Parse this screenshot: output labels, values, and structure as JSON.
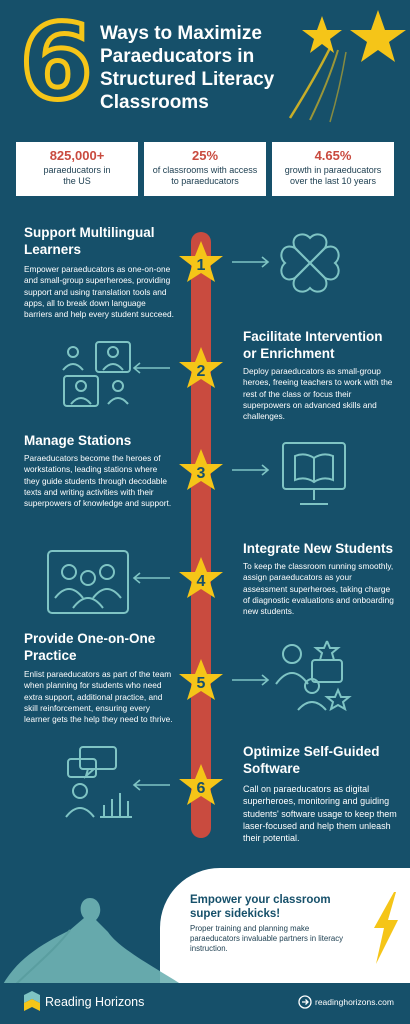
{
  "header": {
    "number": "6",
    "title": "Ways to Maximize Paraeducators in Structured Literacy Classrooms"
  },
  "stats": [
    {
      "value": "825,000+",
      "label": "paraeducators in the US"
    },
    {
      "value": "25%",
      "label": "of classrooms with access to paraeducators"
    },
    {
      "value": "4.65%",
      "label": "growth in paraeducators over the last 10 years"
    }
  ],
  "steps": [
    {
      "number": "1",
      "title": "Support Multilingual Learners",
      "body": "Empower paraeducators as one-on-one and small-group superheroes, providing support and using translation tools and apps, all to break down language barriers and help every student succeed.",
      "icon": "heart-hands-icon"
    },
    {
      "number": "2",
      "title": "Facilitate Intervention or Enrichment",
      "body": "Deploy paraeducators as small-group heroes, freeing teachers to work with the rest of the class or focus their superpowers on advanced skills and challenges.",
      "icon": "people-grid-icon"
    },
    {
      "number": "3",
      "title": "Manage Stations",
      "body": "Paraeducators become the heroes of workstations, leading stations where they guide students through decodable texts and writing activities with their superpowers of knowledge and support.",
      "icon": "book-monitor-icon"
    },
    {
      "number": "4",
      "title": "Integrate New Students",
      "body": "To keep the classroom running smoothly, assign paraeducators as your assessment superheroes, taking charge of diagnostic evaluations and onboarding new students.",
      "icon": "group-icon"
    },
    {
      "number": "5",
      "title": "Provide One-on-One Practice",
      "body": "Enlist paraeducators as part of the team when planning for students who need extra support, additional practice, and skill reinforcement, ensuring every learner gets the help they need to thrive.",
      "icon": "mentor-icon"
    },
    {
      "number": "6",
      "title": "Optimize Self-Guided Software",
      "body": "Call on paraeducators as digital superheroes, monitoring and guiding students' software usage to keep them laser-focused and help them unleash their potential.",
      "icon": "chat-chart-icon"
    }
  ],
  "cta": {
    "title": "Empower your classroom super sidekicks!",
    "body": "Proper training and planning make paraeducators invaluable partners in literacy instruction."
  },
  "footer": {
    "brand": "Reading Horizons",
    "website": "readinghorizons.com"
  },
  "colors": {
    "background": "#16506a",
    "accent_yellow": "#f5c518",
    "spine_red": "#c94b3f",
    "icon_teal": "#7fc4c4"
  }
}
